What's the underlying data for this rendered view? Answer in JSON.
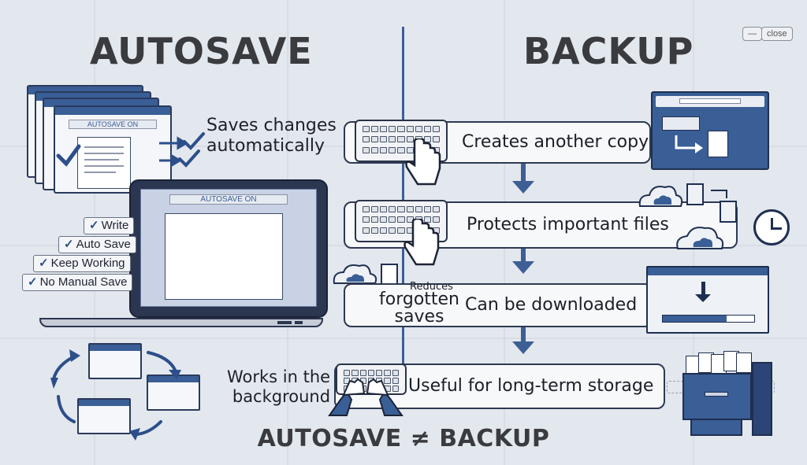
{
  "window_controls": {
    "minimize_symbol": "—",
    "close_label": "close",
    "minimize_label": "minimiz"
  },
  "left": {
    "title": "AUTOSAVE",
    "stack_window_label": "AUTOSAVE ON",
    "saves_label_line1": "Saves changes",
    "saves_label_line2": "automatically",
    "laptop_screen_label": "AUTOSAVE ON",
    "checklist": [
      "Write",
      "Auto Save",
      "Keep Working",
      "No Manual Save"
    ],
    "background_line1": "Works in the",
    "background_line2": "background"
  },
  "right": {
    "title": "BACKUP",
    "steps": [
      "Creates another copy",
      "Protects important files",
      "Can be downloaded",
      "Useful for long-term storage"
    ],
    "reduces_small": "Reduces",
    "reduces_line1": "forgotten",
    "reduces_line2": "saves"
  },
  "footer": {
    "text": "AUTOSAVE ≠ BACKUP"
  },
  "colors": {
    "accent": "#3d5f95",
    "background": "#e3e7ee",
    "ink": "#1f2430"
  }
}
